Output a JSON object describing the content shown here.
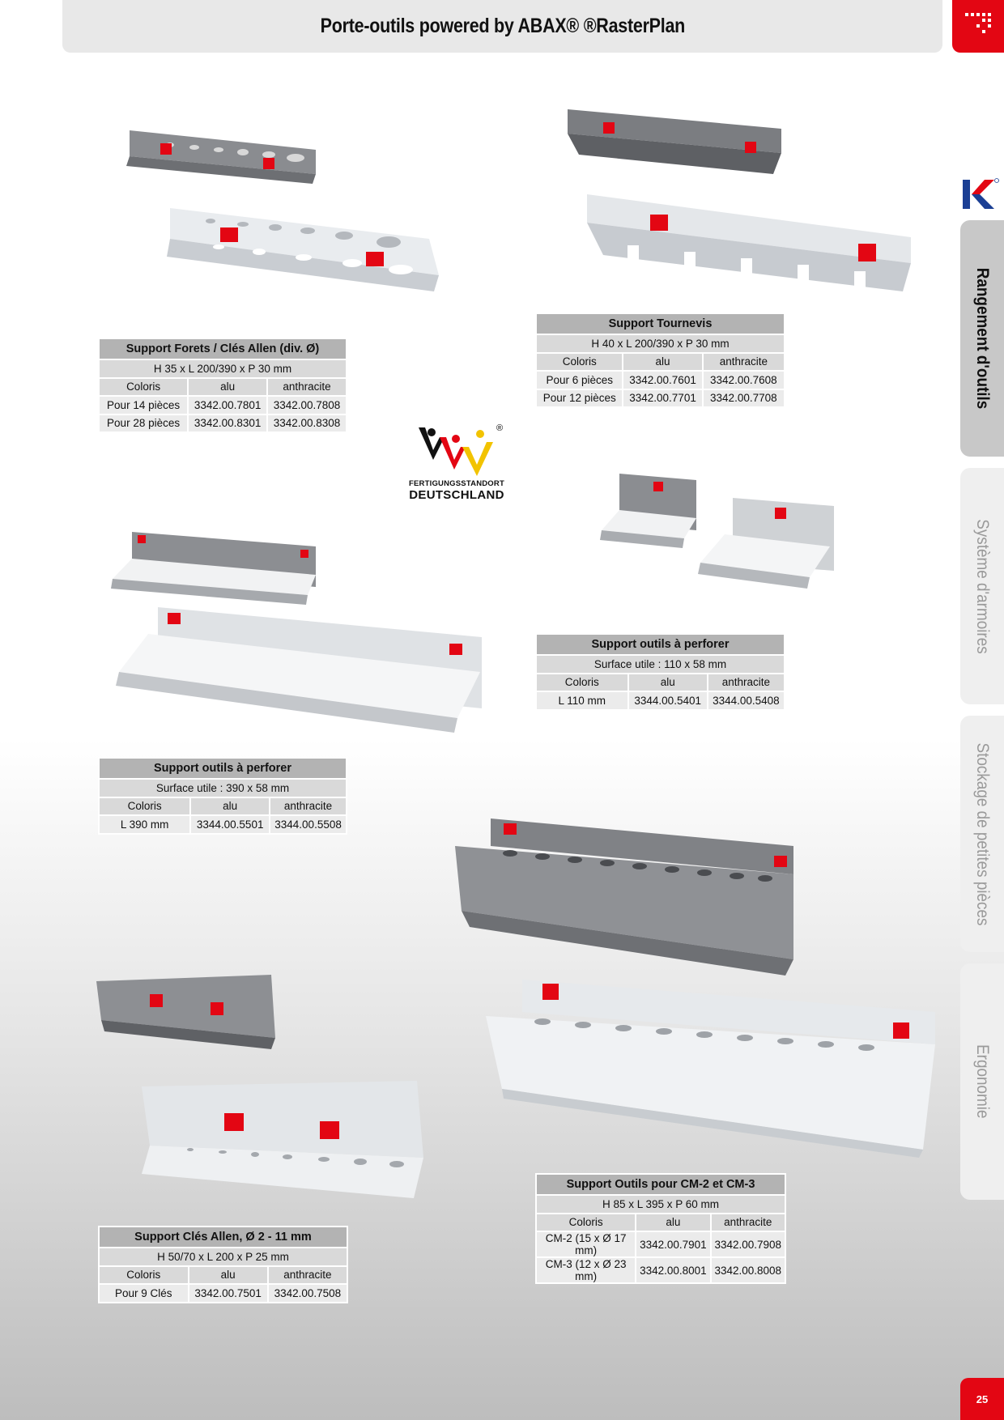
{
  "header": {
    "title": "Porte-outils powered by ABAX® ®RasterPlan"
  },
  "sidebar": {
    "tabs": [
      {
        "label": "Rangement d'outils",
        "active": true
      },
      {
        "label": "Système d'armoires",
        "active": false
      },
      {
        "label": "Stockage de petites pièces",
        "active": false
      },
      {
        "label": "Ergonomie",
        "active": false
      }
    ]
  },
  "page_number": "25",
  "badge": {
    "line1": "FERTIGUNGSSTANDORT",
    "line2": "DEUTSCHLAND",
    "mark": "®"
  },
  "products": {
    "forets": {
      "title": "Support Forets / Clés Allen (div. Ø)",
      "dims": "H 35 x L 200/390 x P 30 mm",
      "headers": [
        "Coloris",
        "alu",
        "anthracite"
      ],
      "rows": [
        [
          "Pour 14 pièces",
          "3342.00.7801",
          "3342.00.7808"
        ],
        [
          "Pour 28 pièces",
          "3342.00.8301",
          "3342.00.8308"
        ]
      ]
    },
    "tournevis": {
      "title": "Support Tournevis",
      "dims": "H 40 x L 200/390 x P 30 mm",
      "headers": [
        "Coloris",
        "alu",
        "anthracite"
      ],
      "rows": [
        [
          "Pour 6 pièces",
          "3342.00.7601",
          "3342.00.7608"
        ],
        [
          "Pour 12 pièces",
          "3342.00.7701",
          "3342.00.7708"
        ]
      ]
    },
    "perforer_small": {
      "title": "Support outils à perforer",
      "dims": "Surface utile : 110 x 58 mm",
      "headers": [
        "Coloris",
        "alu",
        "anthracite"
      ],
      "rows": [
        [
          "L 110 mm",
          "3344.00.5401",
          "3344.00.5408"
        ]
      ]
    },
    "perforer_large": {
      "title": "Support outils à perforer",
      "dims": "Surface utile : 390 x 58 mm",
      "headers": [
        "Coloris",
        "alu",
        "anthracite"
      ],
      "rows": [
        [
          "L 390 mm",
          "3344.00.5501",
          "3344.00.5508"
        ]
      ]
    },
    "cm": {
      "title": "Support Outils pour CM-2 et CM-3",
      "dims": "H 85 x L 395 x P 60 mm",
      "headers": [
        "Coloris",
        "alu",
        "anthracite"
      ],
      "rows": [
        [
          "CM-2  (15 x Ø 17 mm)",
          "3342.00.7901",
          "3342.00.7908"
        ],
        [
          "CM-3  (12 x Ø 23 mm)",
          "3342.00.8001",
          "3342.00.8008"
        ]
      ]
    },
    "allen": {
      "title": "Support Clés Allen, Ø 2 - 11 mm",
      "dims": "H 50/70 x L 200 x P 25 mm",
      "headers": [
        "Coloris",
        "alu",
        "anthracite"
      ],
      "rows": [
        [
          "Pour 9 Clés",
          "3342.00.7501",
          "3342.00.7508"
        ]
      ]
    }
  },
  "colors": {
    "accent_red": "#e30613",
    "tab_active": "#c8c8c8",
    "tab_inactive": "#efefef",
    "table_title": "#b3b3b3"
  }
}
